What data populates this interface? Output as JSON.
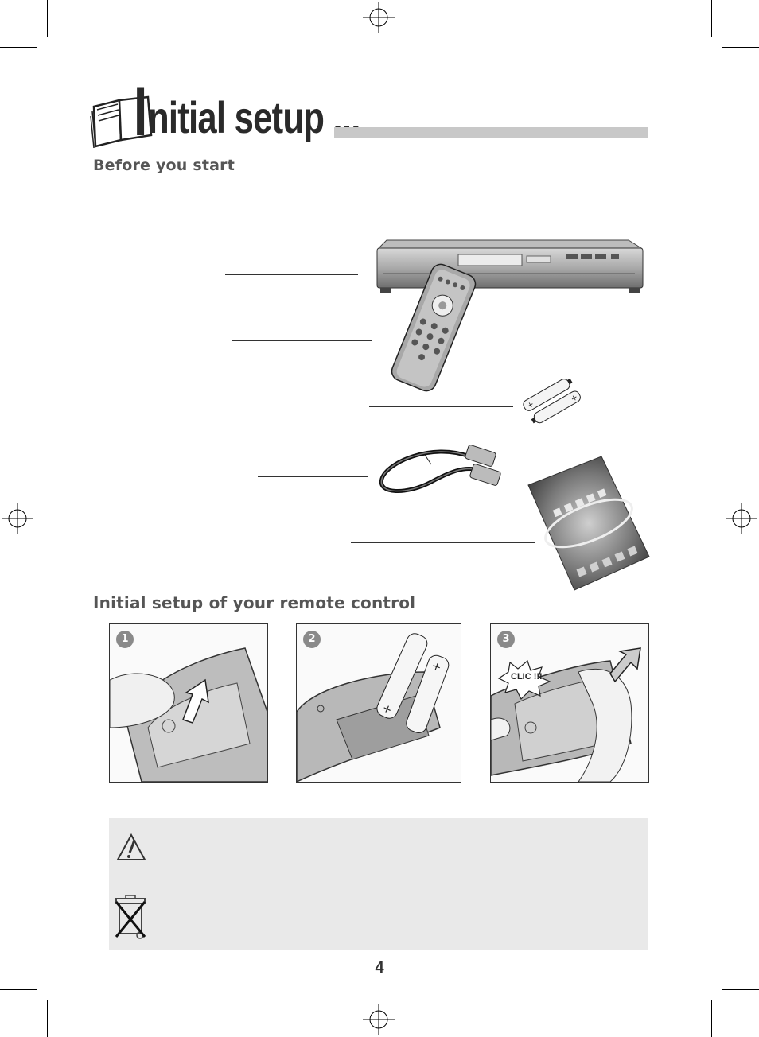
{
  "header": {
    "title_initial": "I",
    "title_rest": "nitial setup ...",
    "book_icon": "open-book-icon"
  },
  "sections": {
    "before_you_start": "Before you start",
    "remote_setup": "Initial setup of your remote control"
  },
  "illustrations": {
    "dvd_player": "dvd-player-icon",
    "remote": "remote-control-icon",
    "batteries": "batteries-icon",
    "scart_cable": "scart-cable-icon",
    "booklet": "booklet-icon"
  },
  "steps": [
    {
      "number": "1",
      "icon": "open-battery-cover-icon"
    },
    {
      "number": "2",
      "icon": "insert-batteries-icon"
    },
    {
      "number": "3",
      "icon": "close-battery-cover-icon",
      "caption": "CLIC !!!"
    }
  ],
  "notes": {
    "warning_icon": "warning-icon",
    "recycle_icon": "crossed-bin-icon"
  },
  "page_number": "4",
  "colors": {
    "heading": "#555555",
    "title": "#2a2a2a",
    "title_bar": "#c8c8c8",
    "note_bg": "#e9e9e9",
    "badge": "#8a8a8a"
  }
}
